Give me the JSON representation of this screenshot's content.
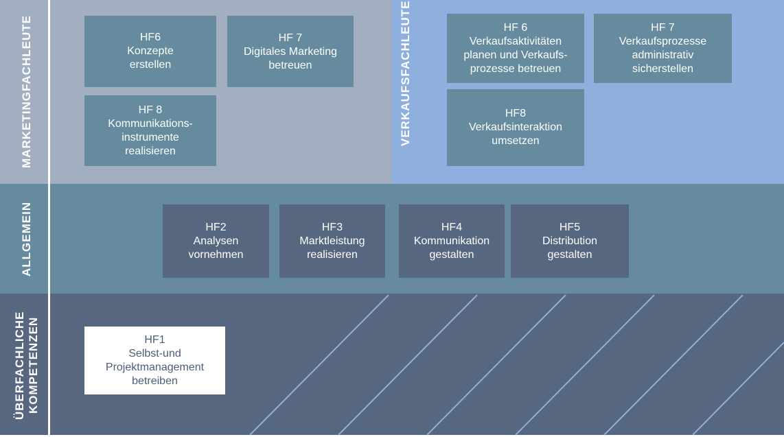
{
  "colors": {
    "marketing_bg": "#a2afc1",
    "verkauf_bg": "#8fb0de",
    "allgemein_bg": "#668a9e",
    "ueberfachlich_bg": "#56677f",
    "marketing_box": "#668a9e",
    "allgemein_box": "#56677f",
    "white_box": "#ffffff",
    "hatch_line": "#8fb0de"
  },
  "rows": {
    "marketing": {
      "label": "MARKETINGFACHLEUTE"
    },
    "verkauf": {
      "label": "VERKAUFSFACHLEUTE"
    },
    "allgemein": {
      "label": "ALLGEMEIN"
    },
    "ueberfachlich": {
      "label": "ÜBERFACHLICHE\nKOMPETENZEN"
    }
  },
  "boxes": {
    "m_hf6": {
      "code": "HF6",
      "title": "Konzepte\nerstellen"
    },
    "m_hf7": {
      "code": "HF 7",
      "title": "Digitales Marketing\nbetreuen"
    },
    "m_hf8": {
      "code": "HF 8",
      "title": "Kommunikations-\ninstrumente\nrealisieren"
    },
    "v_hf6": {
      "code": "HF 6",
      "title": "Verkaufsaktivitäten\nplanen und Verkaufs-\nprozesse betreuen"
    },
    "v_hf7": {
      "code": "HF 7",
      "title": "Verkaufsprozesse\nadministrativ\nsicherstellen"
    },
    "v_hf8": {
      "code": "HF8",
      "title": "Verkaufsinteraktion\numsetzen"
    },
    "a_hf2": {
      "code": "HF2",
      "title": "Analysen\nvornehmen"
    },
    "a_hf3": {
      "code": "HF3",
      "title": "Marktleistung\nrealisieren"
    },
    "a_hf4": {
      "code": "HF4",
      "title": "Kommunikation\ngestalten"
    },
    "a_hf5": {
      "code": "HF5",
      "title": "Distribution\ngestalten"
    },
    "u_hf1": {
      "code": "HF1",
      "title": "Selbst-und\nProjektmanagement\nbetreiben"
    }
  }
}
